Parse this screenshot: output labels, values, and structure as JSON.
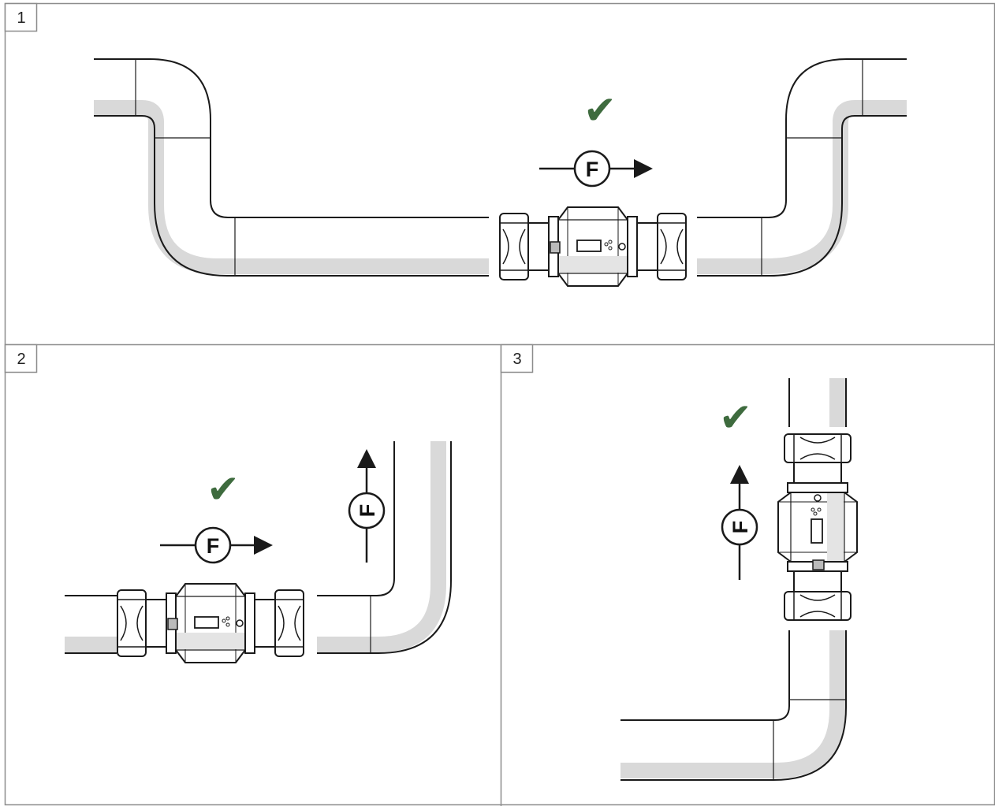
{
  "panels": [
    {
      "label": "1",
      "check_label": "✔",
      "flow_label": "F"
    },
    {
      "label": "2",
      "check_label": "✔",
      "flow_label": "F",
      "flow_label_2": "F"
    },
    {
      "label": "3",
      "check_label": "✔",
      "flow_label": "F"
    }
  ],
  "colors": {
    "line": "#1a1a1a",
    "pipe_shade": "#d9d9d9",
    "frame": "#8c8c8c",
    "check": "#3e6b3e"
  }
}
